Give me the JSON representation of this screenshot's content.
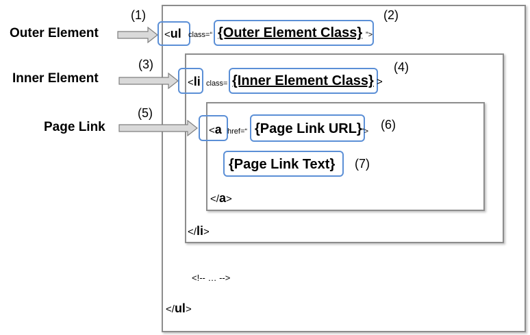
{
  "left_labels": {
    "outer": "Outer Element",
    "inner": "Inner Element",
    "link": "Page Link"
  },
  "numbers": {
    "n1": "(1)",
    "n2": "(2)",
    "n3": "(3)",
    "n4": "(4)",
    "n5": "(5)",
    "n6": "(6)",
    "n7": "(7)"
  },
  "ul_line": {
    "open": "<",
    "tag": "ul",
    "attr": "class=",
    "quote_open": "“",
    "placeholder": "{Outer Element Class}",
    "close": "”>"
  },
  "li_line": {
    "open": "<",
    "tag": "li",
    "attr": "class=",
    "placeholder": "{Inner Element Class}",
    "close": ">"
  },
  "a_line": {
    "open": "<",
    "tag": "a",
    "attr": "href=",
    "quote_open": "“",
    "placeholder": "{Page Link URL}",
    "close": "”>"
  },
  "link_text": "{Page Link Text}",
  "a_close": {
    "open": "</",
    "tag": "a",
    "close": ">"
  },
  "li_close": {
    "open": "</",
    "tag": "li",
    "close": ">"
  },
  "comment": "<!-- … -->",
  "ul_close": {
    "open": "</",
    "tag": "ul",
    "close": ">"
  },
  "colors": {
    "highlight": "#5b8fd6",
    "box_border": "#8c8c8c",
    "arrow_fill": "#d9d9d9"
  }
}
